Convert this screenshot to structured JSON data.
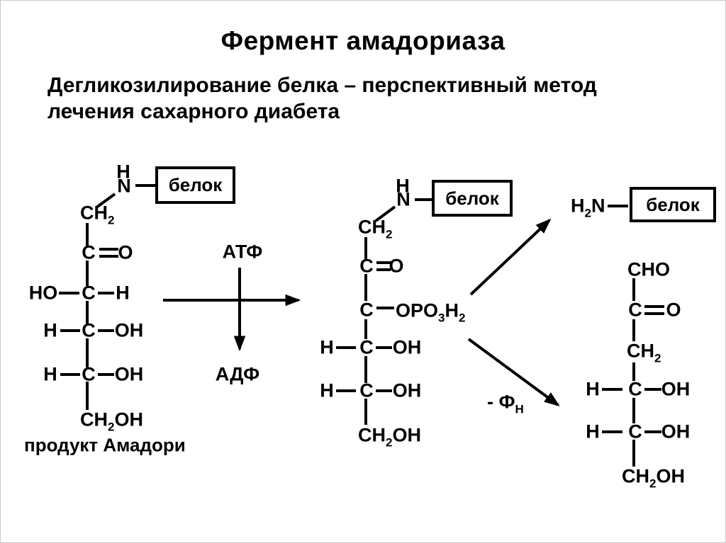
{
  "slide": {
    "title": "Фермент амадориаза",
    "subtitle_line1": "Дегликозилирование белка – перспективный метод",
    "subtitle_line2": "лечения сахарного диабета"
  },
  "protein_label": "белок",
  "reaction": {
    "atp": "АТФ",
    "adp": "АДФ",
    "phosphate_loss_main": "- Ф",
    "phosphate_loss_sub": "Н"
  },
  "left_structure": {
    "caption": "продукт Амадори",
    "nh_h": "H",
    "nh_n": "N",
    "ch2_main": "CH",
    "ch2_sub": "2",
    "c2_c": "C",
    "c2_o": "O",
    "c3_left": "HO",
    "c3_c": "C",
    "c3_right": "H",
    "c4_left": "H",
    "c4_c": "C",
    "c4_right": "OH",
    "c5_left": "H",
    "c5_c": "C",
    "c5_right": "OH",
    "c6_main": "CH",
    "c6_sub": "2",
    "c6_tail": "OH"
  },
  "middle_structure": {
    "nh_h": "H",
    "nh_n": "N",
    "ch2_main": "CH",
    "ch2_sub": "2",
    "c2_c": "C",
    "c2_o": "O",
    "c3_c": "C",
    "phosphate_main": "OPO",
    "phosphate_sub1": "3",
    "phosphate_h": "H",
    "phosphate_sub2": "2",
    "c4_left": "H",
    "c4_c": "C",
    "c4_right": "OH",
    "c5_left": "H",
    "c5_c": "C",
    "c5_right": "OH",
    "c6_main": "CH",
    "c6_sub": "2",
    "c6_tail": "OH"
  },
  "right_structure": {
    "amine_h": "H",
    "amine_sub": "2",
    "amine_n": "N",
    "c1": "CHO",
    "c2_c": "C",
    "c2_o": "O",
    "c3_main": "CH",
    "c3_sub": "2",
    "c4_left": "H",
    "c4_c": "C",
    "c4_right": "OH",
    "c5_left": "H",
    "c5_c": "C",
    "c5_right": "OH",
    "c6_main": "CH",
    "c6_sub": "2",
    "c6_tail": "OH"
  }
}
